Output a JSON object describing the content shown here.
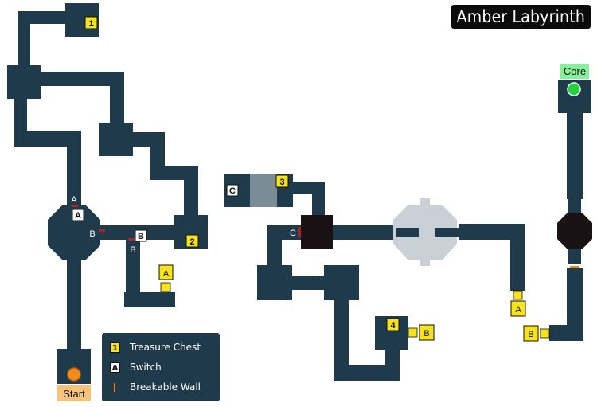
{
  "map": {
    "title": "Amber Labyrinth",
    "start_label": "Start",
    "core_label": "Core",
    "colors": {
      "corridor": "#1f3a4a",
      "corridor_light": "#c9d1d6",
      "chest": "#f7e21c",
      "switch": "#ffffff",
      "breakable_wall": "#e08a1e",
      "sealed_door": "#b32020",
      "start": "#f18c1a",
      "start_label_bg": "#f7c27a",
      "core": "#20d43a",
      "core_label_bg": "#88f09a",
      "dark_room": "#1a1114"
    },
    "chests": [
      "1",
      "2",
      "3",
      "4"
    ],
    "switches": [
      "A",
      "B",
      "C"
    ],
    "gates": {
      "a_gate_top": "A",
      "b_gate_left": "B",
      "b_gate_below": "B",
      "c_gate": "C"
    },
    "remote_switches": {
      "a_switch_west": "A",
      "b_switch_mid": "B",
      "a_switch_east": "A",
      "b_switch_east": "B"
    }
  },
  "legend": {
    "chest": {
      "icon": "1",
      "label": "Treasure Chest"
    },
    "switch": {
      "icon": "A",
      "label": "Switch"
    },
    "wall": {
      "label": "Breakable Wall"
    }
  }
}
